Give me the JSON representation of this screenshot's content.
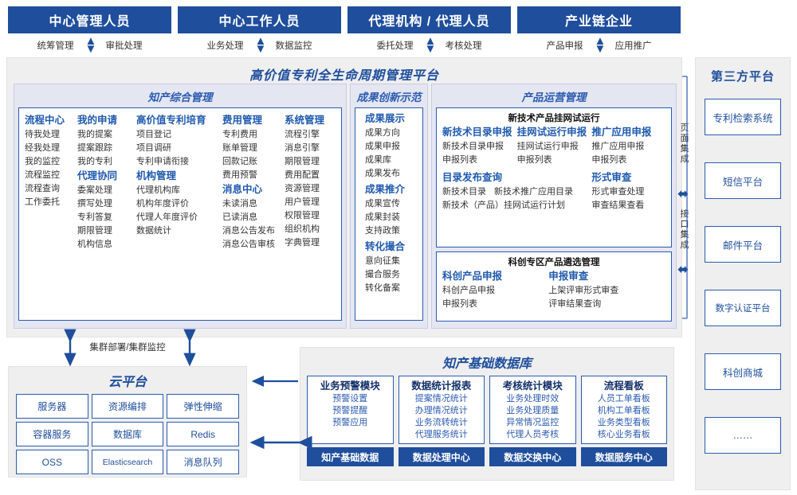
{
  "roles": [
    {
      "title": "中心管理人员",
      "left": "统筹管理",
      "right": "审批处理"
    },
    {
      "title": "中心工作人员",
      "left": "业务处理",
      "right": "数据监控"
    },
    {
      "title": "代理机构 / 代理人员",
      "left": "委托处理",
      "right": "考核处理"
    },
    {
      "title": "产业链企业",
      "left": "产品申报",
      "right": "应用推广"
    }
  ],
  "platform": {
    "title": "高价值专利全生命周期管理平台",
    "panels": {
      "ip_mgmt": {
        "title": "知产综合管理",
        "columns": [
          {
            "groups": [
              {
                "head": "流程中心",
                "items": [
                  "待我处理",
                  "经我处理",
                  "我的监控",
                  "流程监控",
                  "流程查询",
                  "工作委托"
                ]
              }
            ]
          },
          {
            "groups": [
              {
                "head": "我的申请",
                "items": [
                  "我的提案",
                  "提案跟踪",
                  "我的专利"
                ]
              },
              {
                "head": "代理协同",
                "items": [
                  "委案处理",
                  "撰写处理",
                  "专利答复",
                  "期限管理",
                  "机构信息"
                ]
              }
            ]
          },
          {
            "groups": [
              {
                "head": "高价值专利培育",
                "items": [
                  "项目登记",
                  "项目调研",
                  "专利申请衔接"
                ]
              },
              {
                "head": "机构管理",
                "items": [
                  "代理机构库",
                  "机构年度评价",
                  "代理人年度评价",
                  "数据统计"
                ]
              }
            ]
          },
          {
            "groups": [
              {
                "head": "费用管理",
                "items": [
                  "专利费用",
                  "账单管理",
                  "回款记账",
                  "费用预警"
                ]
              },
              {
                "head": "消息中心",
                "items": [
                  "未读消息",
                  "已读消息",
                  "消息公告发布",
                  "消息公告审核"
                ]
              }
            ]
          },
          {
            "groups": [
              {
                "head": "系统管理",
                "items": [
                  "流程引擎",
                  "消息引擎",
                  "期限管理",
                  "费用配置",
                  "资源管理",
                  "用户管理",
                  "权限管理",
                  "组织机构",
                  "字典管理"
                ]
              }
            ]
          }
        ]
      },
      "achievement": {
        "title": "成果创新示范",
        "groups": [
          {
            "head": "成果展示",
            "items": [
              "成果方向",
              "成果申报",
              "成果库",
              "成果发布"
            ]
          },
          {
            "head": "成果推介",
            "items": [
              "成果宣传",
              "成果封装",
              "支持政策"
            ]
          },
          {
            "head": "转化撮合",
            "items": [
              "意向征集",
              "撮合服务",
              "转化备案"
            ]
          }
        ]
      },
      "product_ops": {
        "title": "产品运营管理",
        "box1": {
          "head": "新技术产品挂网试运行",
          "columns": [
            {
              "head": "新技术目录申报",
              "items": [
                "新技术目录申报",
                "申报列表"
              ]
            },
            {
              "head": "挂网试运行申报",
              "items": [
                "挂网试运行申报",
                "申报列表"
              ]
            },
            {
              "head": "推广应用申报",
              "items": [
                "推广应用申报",
                "申报列表"
              ]
            }
          ],
          "row2": [
            {
              "head": "目录发布查询",
              "items": [
                "新技术目录",
                "新技术推广应用目录",
                "新技术（产品）挂网试运行计划"
              ]
            },
            {
              "head": "形式审查",
              "items": [
                "形式审查处理",
                "审查结果查看"
              ]
            }
          ]
        },
        "box2": {
          "head": "科创专区产品遴选管理",
          "columns": [
            {
              "head": "科创产品申报",
              "items": [
                "科创产品申报",
                "申报列表"
              ]
            },
            {
              "head": "申报审查",
              "items": [
                "上架评审形式审查",
                "评审结果查询"
              ]
            }
          ]
        }
      }
    }
  },
  "third_party": {
    "title": "第三方平台",
    "rail": [
      {
        "label": "页面集成"
      },
      {
        "label": "接口集成"
      }
    ],
    "items": [
      "专利检索系统",
      "短信平台",
      "邮件平台",
      "数字认证平台",
      "科创商城",
      "……"
    ]
  },
  "cloud": {
    "cluster_label": "集群部署/集群监控",
    "title": "云平台",
    "cells": [
      "服务器",
      "资源编排",
      "弹性伸缩",
      "容器服务",
      "数据库",
      "Redis",
      "OSS",
      "Elasticsearch",
      "消息队列"
    ]
  },
  "knowledge_db": {
    "title": "知产基础数据库",
    "cards": [
      {
        "head": "业务预警模块",
        "items": [
          "预警设置",
          "预警提醒",
          "预警应用"
        ],
        "foot": "知产基础数据"
      },
      {
        "head": "数据统计报表",
        "items": [
          "提案情况统计",
          "办理情况统计",
          "业务流转统计",
          "代理服务统计"
        ],
        "foot": "数据处理中心"
      },
      {
        "head": "考核统计模块",
        "items": [
          "业务处理时效",
          "业务处理质量",
          "异常情况监控",
          "代理人员考核"
        ],
        "foot": "数据交换中心"
      },
      {
        "head": "流程看板",
        "items": [
          "人员工单看板",
          "机构工单看板",
          "业务类型看板",
          "核心业务看板"
        ],
        "foot": "数据服务中心"
      }
    ]
  },
  "colors": {
    "brand_dark": "#1F4E9C",
    "brand": "#2B5BB0",
    "panel_bg": "#E4E6F2",
    "shell_bg": "#EFEFEF"
  }
}
